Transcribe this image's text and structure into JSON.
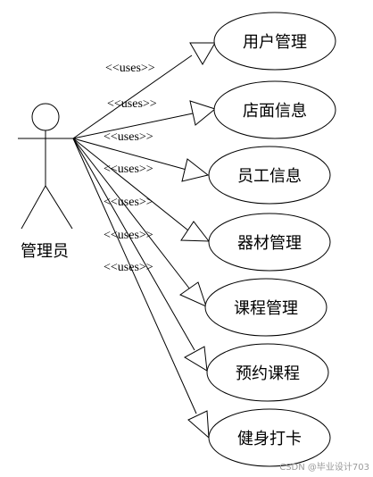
{
  "actor": {
    "label": "管理员"
  },
  "association_label": "<<uses>>",
  "use_cases": [
    {
      "label": "用户管理"
    },
    {
      "label": "店面信息"
    },
    {
      "label": "员工信息"
    },
    {
      "label": "器材管理"
    },
    {
      "label": "课程管理"
    },
    {
      "label": "预约课程"
    },
    {
      "label": "健身打卡"
    }
  ],
  "watermark": "CSDN @毕业设计703"
}
